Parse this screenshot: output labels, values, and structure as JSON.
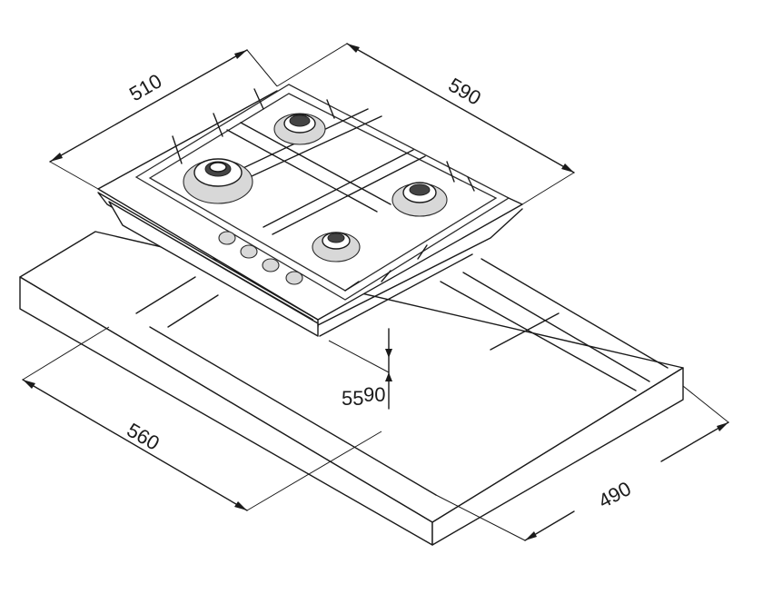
{
  "dimensions": {
    "hob_width": "510",
    "hob_depth": "590",
    "height": "55",
    "height_offset": "90",
    "cutout_width": "560",
    "cutout_depth": "490"
  },
  "colors": {
    "line": "#1a1a1a",
    "background": "#ffffff"
  }
}
